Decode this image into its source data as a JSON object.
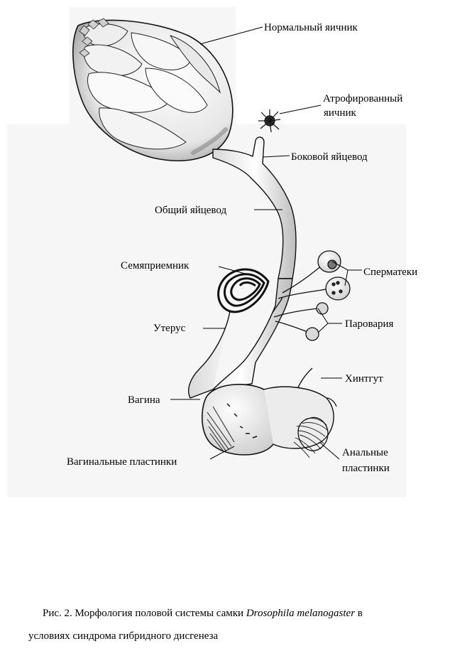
{
  "labels": {
    "normal_ovary": "Нормальный яичник",
    "atrophied_ovary_1": "Атрофированный",
    "atrophied_ovary_2": "яичник",
    "lateral_oviduct": "Боковой яйцевод",
    "common_oviduct": "Общий яйцевод",
    "seminal_receptacle": "Семяприемник",
    "spermathecae": "Сперматеки",
    "uterus": "Утерус",
    "parovaria": "Паровария",
    "hindgut": "Хинтгут",
    "vagina": "Вагина",
    "vaginal_plates": "Вагинальные пластинки",
    "anal_plates_1": "Анальные",
    "anal_plates_2": "пластинки"
  },
  "caption": {
    "prefix": "Рис. 2. Морфология половой системы самки ",
    "species": "Drosophila melanogaster",
    "suffix": " в",
    "line2": "условиях синдрома гибридного дисгенеза"
  }
}
